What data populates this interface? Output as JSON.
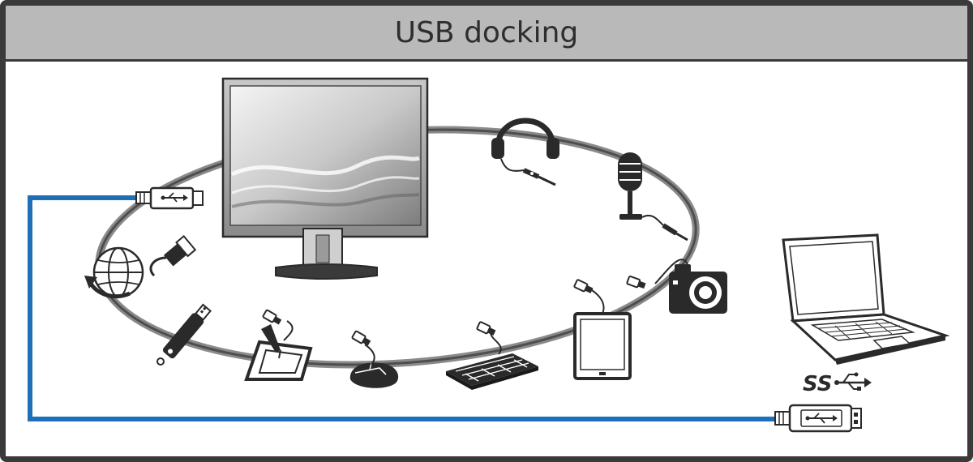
{
  "title": "USB docking",
  "superspeed_label": "SS",
  "colors": {
    "frame": "#3a3a3a",
    "title_bar": "#b9b9b9",
    "cable": "#1f6fb8",
    "ring": "#555555",
    "icon": "#2a2a2a"
  },
  "devices": [
    "monitor",
    "usb-upstream-plug",
    "headset",
    "microphone",
    "camera",
    "tablet",
    "keyboard",
    "mouse",
    "drawing-tablet",
    "usb-flash-drive",
    "ethernet",
    "laptop",
    "laptop-usb-plug"
  ]
}
